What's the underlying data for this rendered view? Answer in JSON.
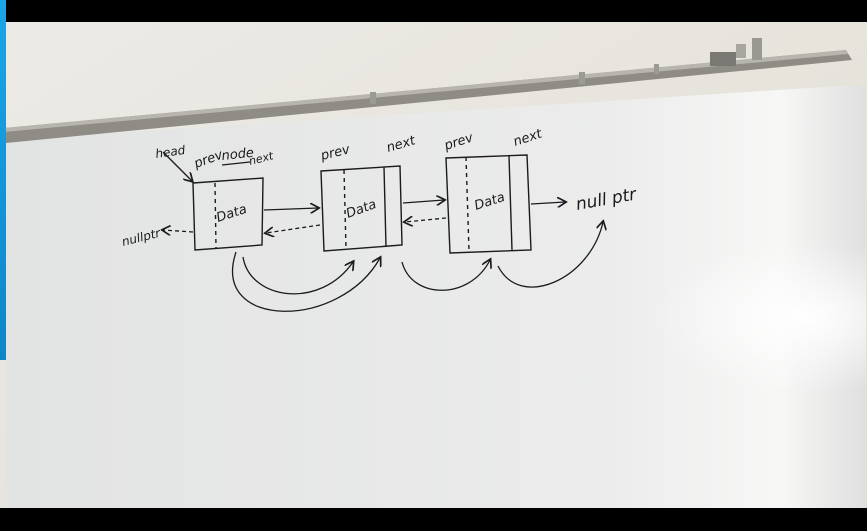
{
  "scene": {
    "kind": "photo-of-whiteboard",
    "colors": {
      "wall": "#e9e6df",
      "board": "#e6e7e6",
      "rail": "#8f8c86",
      "ink": "#1b1b1f",
      "accent": "#1aa6e8"
    }
  },
  "handwriting": {
    "head": "head",
    "node": "node",
    "null_left": "nullptr",
    "null_right": "null ptr",
    "nodes": [
      {
        "prev": "prev",
        "data": "Data",
        "next": "next"
      },
      {
        "prev": "prev",
        "data": "Data",
        "next": "next"
      },
      {
        "prev": "prev",
        "data": "Data",
        "next": "next"
      }
    ]
  }
}
